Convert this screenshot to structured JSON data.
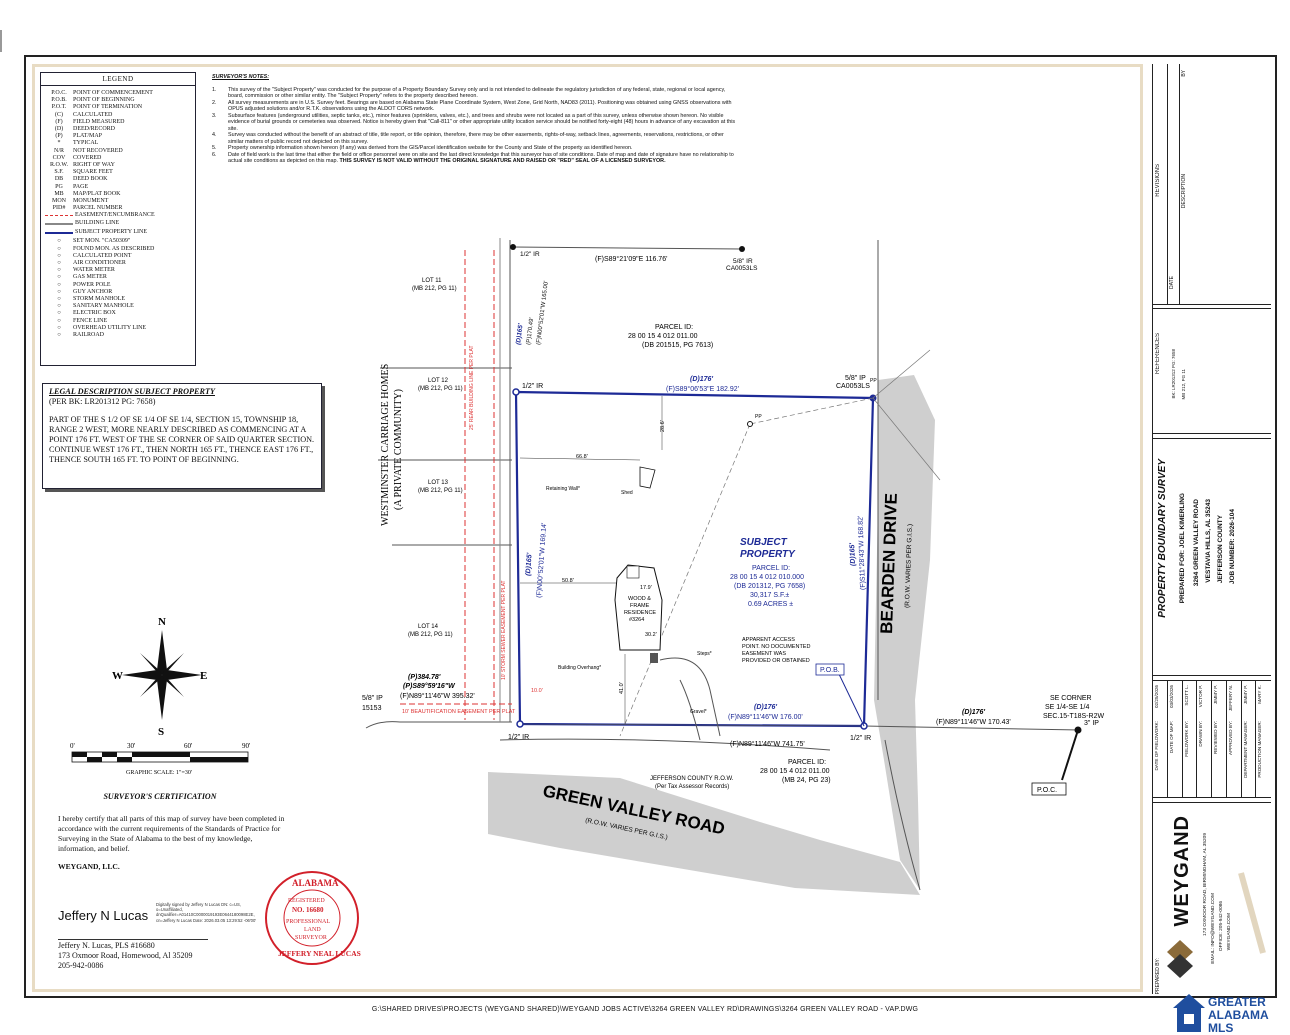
{
  "legend": {
    "title": "LEGEND",
    "items": [
      {
        "abbr": "P.O.C.",
        "label": "POINT OF COMMENCEMENT"
      },
      {
        "abbr": "P.O.B.",
        "label": "POINT OF BEGINNING"
      },
      {
        "abbr": "P.O.T.",
        "label": "POINT OF TERMINATION"
      },
      {
        "abbr": "(C)",
        "label": "CALCULATED"
      },
      {
        "abbr": "(F)",
        "label": "FIELD MEASURED"
      },
      {
        "abbr": "(D)",
        "label": "DEED/RECORD"
      },
      {
        "abbr": "(P)",
        "label": "PLAT/MAP"
      },
      {
        "abbr": "*",
        "label": "TYPICAL"
      },
      {
        "abbr": "N/R",
        "label": "NOT RECOVERED"
      },
      {
        "abbr": "COV",
        "label": "COVERED"
      },
      {
        "abbr": "R.O.W.",
        "label": "RIGHT OF WAY"
      },
      {
        "abbr": "S.F.",
        "label": "SQUARE FEET"
      },
      {
        "abbr": "DB",
        "label": "DEED BOOK"
      },
      {
        "abbr": "PG",
        "label": "PAGE"
      },
      {
        "abbr": "MB",
        "label": "MAP/PLAT BOOK"
      },
      {
        "abbr": "MON",
        "label": "MONUMENT"
      },
      {
        "abbr": "PID#",
        "label": "PARCEL NUMBER"
      }
    ],
    "symbols": [
      "EASEMENT/ENCUMBRANCE",
      "BUILDING LINE",
      "SUBJECT PROPERTY LINE",
      "SET MON. \"CA50309\"",
      "FOUND MON. AS DESCRIBED",
      "CALCULATED POINT",
      "AIR CONDITIONER",
      "WATER METER",
      "GAS METER",
      "POWER POLE",
      "GUY ANCHOR",
      "STORM MANHOLE",
      "SANITARY MANHOLE",
      "ELECTRIC BOX",
      "FENCE LINE",
      "OVERHEAD UTILITY LINE",
      "RAILROAD"
    ]
  },
  "notes": {
    "title": "SURVEYOR'S NOTES:",
    "items": [
      {
        "num": "1.",
        "text": "This survey of the \"Subject Property\" was conducted for the purpose of a Property Boundary Survey only and is not intended to delineate the regulatory jurisdiction of any federal, state, regional or local agency, board, commission or other similar entity. The \"Subject Property\" refers to the property described hereon."
      },
      {
        "num": "2.",
        "text": "All survey measurements are in U.S. Survey feet. Bearings are based on Alabama State Plane Coordinate System, West Zone, Grid North, NAD83 (2011). Positioning was obtained using GNSS observations with OPUS adjusted solutions and/or R.T.K. observations using the ALDOT CORS network."
      },
      {
        "num": "3.",
        "text": "Subsurface features (underground utilities, septic tanks, etc.), minor features (sprinklers, valves, etc.), and trees and shrubs were not located as a part of this survey, unless otherwise shown hereon. No visible evidence of burial grounds or cemeteries was observed. Notice is hereby given that \"Call-811\" or other appropriate utility location service should be notified forty-eight (48) hours in advance of any excavation at this site."
      },
      {
        "num": "4.",
        "text": "Survey was conducted without the benefit of an abstract of title, title report, or title opinion, therefore, there may be other easements, rights-of-way, setback lines, agreements, reservations, restrictions, or other similar matters of public record not depicted on this survey."
      },
      {
        "num": "5.",
        "text": "Property ownership information shown hereon (if any) was derived from the GIS/Parcel identification website for the County and State of the property as identified hereon."
      },
      {
        "num": "6.",
        "text": "Date of field work is the last time that either the field or office personnel were on site and the last direct knowledge that this surveyor has of site conditions. Date of map and date of signature have no relationship to actual site conditions as depicted on this map."
      }
    ],
    "bold_tail": "THIS SURVEY IS NOT VALID WITHOUT THE ORIGINAL SIGNATURE AND RAISED OR \"RED\" SEAL OF A LICENSED SURVEYOR."
  },
  "legal": {
    "title": "LEGAL DESCRIPTION SUBJECT PROPERTY",
    "ref": "(PER BK: LR201312 PG: 7658)",
    "body": "PART OF THE S 1/2 OF SE 1/4 OF SE 1/4, SECTION 15, TOWNSHIP 18, RANGE 2 WEST, MORE NEARLY DESCRIBED AS COMMENCING AT A POINT 176 FT. WEST OF THE SE CORNER OF SAID QUARTER SECTION. CONTINUE WEST 176 FT., THEN NORTH 165 FT., THENCE EAST 176 FT., THENCE SOUTH 165 FT. TO POINT OF BEGINNING."
  },
  "scale": {
    "ticks": [
      "0'",
      "30'",
      "60'",
      "90'"
    ],
    "label": "GRAPHIC SCALE: 1\"=30'"
  },
  "compass": {
    "n": "N",
    "s": "S",
    "e": "E",
    "w": "W"
  },
  "cert": {
    "title": "SURVEYOR'S CERTIFICATION",
    "text": "I hereby certify that all parts of this map of survey have been completed in accordance with the current requirements of the Standards of Practice for Surveying in the State of Alabama to the best of my knowledge, information, and belief.",
    "firm": "WEYGAND, LLC.",
    "signature": "Jeffery N Lucas",
    "digital": "Digitally signed by Jeffery N Lucas DN: c=US, o=Unaffiliated, dnQualifier=A01410C0000019193E0644180098E2E, cn=Jeffery N Lucas Date: 2026.03.05 13:29:52 -06'00'",
    "name": "Jeffery N. Lucas, PLS #16680",
    "address": "173 Oxmoor Road, Homewood, Al 35209",
    "phone": "205-942-0086"
  },
  "seal": {
    "top": "ALABAMA",
    "registered": "REGISTERED",
    "number": "NO. 16680",
    "professional": "PROFESSIONAL",
    "land": "LAND",
    "surveyor": "SURVEYOR",
    "bottom": "JEFFERY NEAL LUCAS"
  },
  "plan": {
    "lots": [
      {
        "name": "LOT 11",
        "ref": "(MB 212, PG 11)"
      },
      {
        "name": "LOT 12",
        "ref": "(MB 212, PG 11)"
      },
      {
        "name": "LOT 13",
        "ref": "(MB 212, PG 11)"
      },
      {
        "name": "LOT 14",
        "ref": "(MB 212, PG 11)"
      }
    ],
    "westminster": [
      "WESTMINSTER CARRIAGE HOMES",
      "(A PRIVATE COMMUNITY)"
    ],
    "north_parcel": [
      "PARCEL ID:",
      "28 00 15 4 012 011.00",
      "(DB 201515, PG 7613)"
    ],
    "south_parcel": [
      "PARCEL ID:",
      "28 00 15 4 012 011.00",
      "(MB 24, PG 23)"
    ],
    "subject": [
      "SUBJECT",
      "PROPERTY"
    ],
    "subject_info": [
      "PARCEL ID:",
      "28 00 15 4 012 010.000",
      "(DB 201312, PG 7658)",
      "30,317 S.F.±",
      "0.69 ACRES ±"
    ],
    "residence": [
      "WOOD &",
      "FRAME",
      "RESIDENCE",
      "#3264"
    ],
    "top_bearing": "(F)S89°21'09\"E 116.76'",
    "north_d": "(D)176'",
    "north_f": "(F)S89°06'53\"E 182.92'",
    "west_d": "(D)165'",
    "west_f": "(F)N00°52'01\"W 169.14'",
    "east_d": "(D)165'",
    "east_f": "(F)S11°28'43\"W 168.82'",
    "south_d": "(D)176'",
    "south_f": "(F)N89°11'46\"W 176.00'",
    "long_f": "(F)N89°11'46\"W 741.75'",
    "west_p": "(P)384.78'",
    "west_pp": "(P)S89°59'16\"W",
    "west_ff": "(F)N89°11'46\"W 395.32'",
    "east_d176": "(D)176'",
    "east_f170": "(F)N89°11'46\"W 170.43'",
    "nw_diag1": "(D)165'",
    "nw_diag2": "(P)170.49'",
    "nw_diag3": "(F)N00°52'01\"W 165.00'",
    "ir_top": "1/2\" IR",
    "ip_top": "5/8\" IR",
    "ip_top_ca": "CA0053LS",
    "ir_nw": "1/2\" IR",
    "ip_ne": "5/8\" IP",
    "ip_ne_ca": "CA0053LS",
    "ir_sw": "1/2\" IR",
    "ir_se": "1/2\" IR",
    "ip_3": "3\" IP",
    "ip_west": "5/8\" IP",
    "ip_west_no": "15153",
    "pob": "P.O.B.",
    "poc": "P.O.C.",
    "se_corner": [
      "SE CORNER",
      "SE 1/4-SE 1/4",
      "SEC.15-T18S-R2W"
    ],
    "bearden": "BEARDEN DRIVE",
    "bearden_sub": "(R.O.W. VARIES PER G.I.S.)",
    "green": "GREEN VALLEY ROAD",
    "green_sub": "(R.O.W. VARIES PER G.I.S.)",
    "jefferson": [
      "JEFFERSON COUNTY R.O.W.",
      "(Per Tax Assessor Records)"
    ],
    "access": [
      "APPARENT ACCESS",
      "POINT. NO DOCUMENTED",
      "EASEMENT WAS",
      "PROVIDED OR OBTAINED"
    ],
    "retaining": "Retaining Wall*",
    "shed": "Shed",
    "overhang": "Building Overhang*",
    "steps": "Steps*",
    "gravel": "Gravel*",
    "pp": "PP",
    "dims": [
      "66.8'",
      "28.6'",
      "50.8'",
      "17.9'",
      "30.2'",
      "41.0'",
      "10.0'"
    ],
    "bldg_setback": "25' REAR BUILDING LINE PER PLAT",
    "easement": "10' BEAUTIFICATION EASEMENT PER PLAT",
    "easement_vert": "10' STORM SEWER EASEMENT PER PLAT"
  },
  "titleblock": {
    "revisions": "REVISIONS",
    "rev_cols": [
      "DATE",
      "DESCRIPTION",
      "BY"
    ],
    "references": "REFERENCES",
    "ref_items": [
      "BK: LR201312 PG: 7658",
      "MB 212, PG 11"
    ],
    "title": "PROPERTY BOUNDARY SURVEY",
    "prepared": "PREPARED FOR: JOEL KIMERLING",
    "address": "3264 GREEN VALLEY ROAD",
    "city": "VESTAVIA HILLS, AL 35243",
    "county": "JEFFERSON COUNTY",
    "job": "JOB NUMBER: 2026-104",
    "info_labels": [
      "DATE OF FIELDWORK:",
      "DATE OF MAP:",
      "FIELDWORK BY:",
      "DRAWN BY:",
      "REVIEWED BY:",
      "APPROVED BY:",
      "DEPARTMENT MANAGER:",
      "PRODUCTION MANAGER:"
    ],
    "info_values": [
      "02/25/2026",
      "03/03/2026",
      "SCOTT L.",
      "VICTOR P.",
      "JIMMY P.",
      "JEFFERY N.",
      "JIMMY P.",
      "MARY K."
    ],
    "company": "WEYGAND",
    "company_addr": [
      "173 OXMOOR ROAD, BIRMINGHAM, AL 35209",
      "EMAIL: INFO@WEYGAND.COM",
      "OFFICE: 205-942-0086",
      "WEYGAND.COM"
    ],
    "prepared_by": "PREPARED BY:"
  },
  "footer": {
    "path": "G:\\SHARED DRIVES\\PROJECTS (WEYGAND SHARED)\\WEYGAND JOBS ACTIVE\\3264 GREEN VALLEY RD\\DRAWINGS\\3264 GREEN VALLEY ROAD - VAP.DWG",
    "mls": [
      "GREATER",
      "ALABAMA",
      "MLS"
    ]
  },
  "colors": {
    "line": "#1d2a96",
    "road": "#cfcfcf",
    "seal": "#d2202a"
  }
}
